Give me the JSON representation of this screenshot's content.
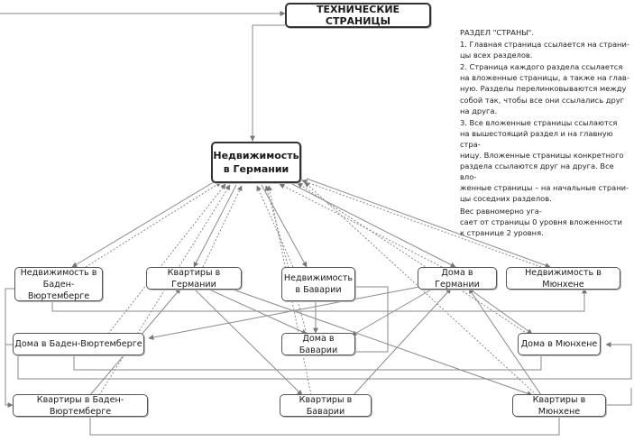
{
  "nodes": {
    "tech": "ТЕХНИЧЕСКИЕ СТРАНИЦЫ",
    "main": "Недвижимость\nв Германии",
    "n_bw": "Недвижимость в\nБаден-Вюртемберге",
    "apt_de": "Квартиры в Германии",
    "n_bav": "Недвижимость\nв  Баварии",
    "houses_de": "Дома в Германии",
    "n_mun": "Недвижимость в Мюнхене",
    "h_bw": "Дома в Баден-Вюртемберге",
    "h_bav": "Дома в Баварии",
    "h_mun": "Дома в Мюнхене",
    "a_bw": "Квартиры в Баден-Вюртемберге",
    "a_bav": "Квартиры в  Баварии",
    "a_mun": "Квартиры в Мюнхене"
  },
  "note": {
    "title": "РАЗДЕЛ \"СТРАНЫ\".",
    "p1": "1. Главная страница ссылается на страни-\nцы всех разделов.",
    "p2": "2. Страница каждого раздела ссылается\nна вложенные страницы, а также на глав-\nную. Разделы перелинковываются между\nсобой так, чтобы все они ссылались друг\nна друга.",
    "p3": "3. Все вложенные страницы ссылаются\nна вышестоящий раздел и на главную стра-\nницу. Вложенные страницы конкретного\nраздела ссылаются друг на друга. Все вло-\nженные страницы – на начальные страни-\nцы соседних разделов.",
    "p4": "Вес равномерно уга-\nсает от страницы 0 уровня вложенности\nк странице 2 уровня."
  }
}
